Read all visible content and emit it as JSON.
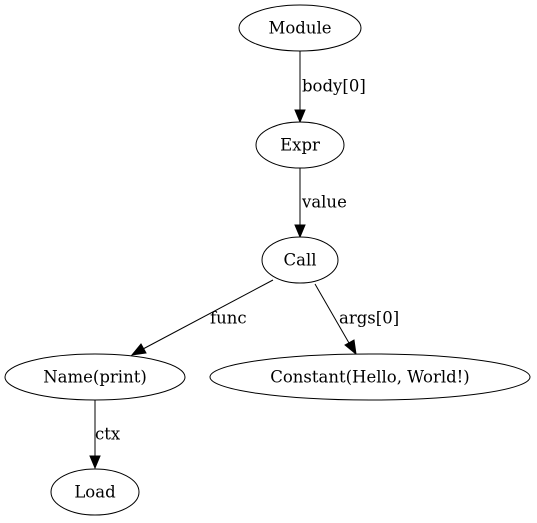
{
  "diagram": {
    "nodes": [
      {
        "id": "module",
        "label": "Module"
      },
      {
        "id": "expr",
        "label": "Expr"
      },
      {
        "id": "call",
        "label": "Call"
      },
      {
        "id": "name_print",
        "label": "Name(print)"
      },
      {
        "id": "constant",
        "label": "Constant(Hello, World!)"
      },
      {
        "id": "load",
        "label": "Load"
      }
    ],
    "edges": [
      {
        "from": "module",
        "to": "expr",
        "label": "body[0]"
      },
      {
        "from": "expr",
        "to": "call",
        "label": "value"
      },
      {
        "from": "call",
        "to": "name_print",
        "label": "func"
      },
      {
        "from": "call",
        "to": "constant",
        "label": "args[0]"
      },
      {
        "from": "name_print",
        "to": "load",
        "label": "ctx"
      }
    ]
  }
}
